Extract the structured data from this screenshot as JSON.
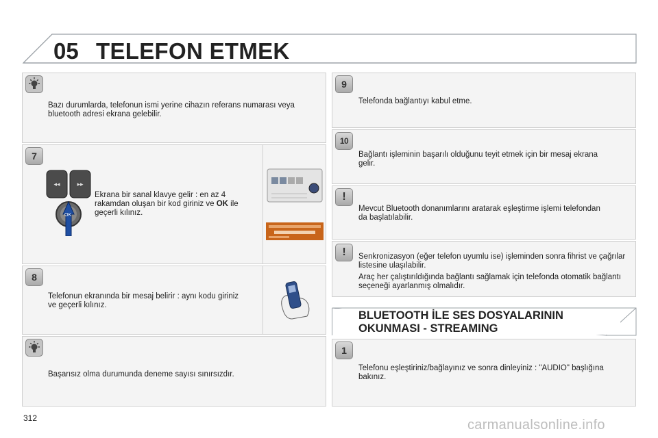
{
  "header": {
    "chapter": "05",
    "title": "TELEFON ETMEK"
  },
  "left": {
    "info1": "Bazı durumlarda, telefonun ismi yerine cihazın referans numarası veya bluetooth adresi ekrana gelebilir.",
    "step7": {
      "badge": "7",
      "text_before": "Ekrana bir sanal klavye gelir : en az 4 rakamdan oluşan bir kod giriniz ve ",
      "text_bold": "OK",
      "text_after": " ile geçerli kılınız.",
      "ok_label": "OK"
    },
    "step8": {
      "badge": "8",
      "text": "Telefonun ekranında bir mesaj belirir : aynı kodu giriniz ve geçerli kılınız."
    },
    "info2": "Başarısız olma durumunda deneme sayısı sınırsızdır."
  },
  "right": {
    "step9": {
      "badge": "9",
      "text": "Telefonda bağlantıyı kabul etme."
    },
    "step10": {
      "badge": "10",
      "text": "Bağlantı işleminin başarılı olduğunu teyit etmek için bir mesaj ekrana gelir."
    },
    "warn1": {
      "badge": "!",
      "text": "Mevcut Bluetooth donanımlarını aratarak eşleştirme işlemi telefondan da başlatılabilir."
    },
    "warn2": {
      "badge": "!",
      "text1": "Senkronizasyon (eğer telefon uyumlu ise) işleminden sonra fihrist ve çağrılar listesine ulaşılabilir.",
      "text2": "Araç her çalıştırıldığında bağlantı sağlamak için telefonda otomatik bağlantı seçeneği ayarlanmış olmalıdır."
    },
    "section": {
      "title_line1": "BLUETOOTH İLE SES DOSYALARININ",
      "title_line2": "OKUNMASI - STREAMING"
    },
    "step1": {
      "badge": "1",
      "text": "Telefonu eşleştiriniz/bağlayınız ve sonra dinleyiniz : \"AUDIO\" başlığına bakınız."
    }
  },
  "footer": {
    "page": "312",
    "watermark": "carmanualsonline.info"
  },
  "colors": {
    "panel_bg": "#f4f4f4",
    "panel_border": "#cfcfcf",
    "badge": "#b5b5b5",
    "accent_orange": "#c8651a"
  }
}
